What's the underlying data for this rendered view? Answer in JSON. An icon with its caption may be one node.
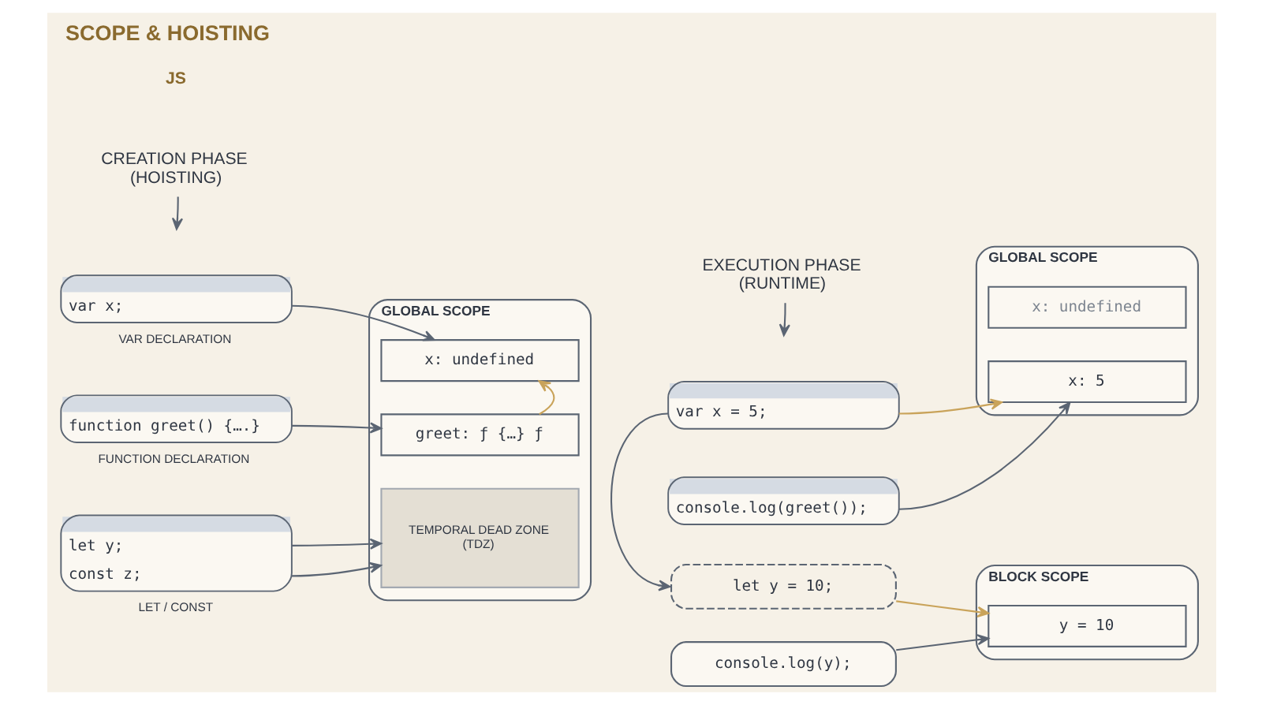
{
  "diagram": {
    "title": "SCOPE & HOISTING",
    "nodes": [
      {
        "text": [
          "CREATION PHASE (HOISTING)"
        ]
      },
      {
        "text": [
          "var x;"
        ],
        "beside": [
          "VAR DECLARATION"
        ]
      },
      {
        "text": [
          "function greet() {….}"
        ],
        "beside": [
          "FUNCTION DECLARATION"
        ]
      },
      {
        "text": [
          "let y;",
          "const z;"
        ],
        "beside": [
          "LET / CONST"
        ]
      },
      {
        "text": [
          "GLOBAL SCOPE"
        ]
      },
      {
        "text": [
          "x: undefined"
        ],
        "in": 4
      },
      {
        "text": [
          "greet: ƒ {…} ƒ"
        ],
        "in": 4
      },
      {
        "text": [
          "TEMPORAL DEAD ZONE (TDZ)"
        ],
        "in": 4
      },
      {
        "text": [
          "EXECUTION PHASE (RUNTIME)"
        ]
      },
      {
        "text": [
          "var x = 5;"
        ]
      },
      {
        "text": [
          "console.log(greet());"
        ]
      },
      {
        "text": [
          "let y = 10;"
        ]
      },
      {
        "text": [
          "console.log(y);"
        ]
      },
      {
        "text": [
          "GLOBAL SCOPE"
        ]
      },
      {
        "text": [
          "x: undefined"
        ],
        "in": 13
      },
      {
        "text": [
          "x: 5"
        ],
        "in": 13
      },
      {
        "text": [
          "BLOCK SCOPE"
        ]
      },
      {
        "text": [
          "y = 10"
        ],
        "in": 16
      }
    ],
    "edges": [
      {
        "from": 0,
        "to": null,
        "arrow": "to"
      },
      {
        "from": 1,
        "to": 5,
        "arrow": "to"
      },
      {
        "from": 2,
        "to": 6,
        "arrow": "to"
      },
      {
        "from": 6,
        "to": 5,
        "arrow": "to",
        "color": "#c9a35a"
      },
      {
        "from": 3,
        "to": 7,
        "arrow": "to"
      },
      {
        "from": 3,
        "to": 7,
        "arrow": "to"
      },
      {
        "from": 8,
        "to": null,
        "arrow": "to"
      },
      {
        "from": 9,
        "to": 15,
        "arrow": "to",
        "color": "#c9a35a"
      },
      {
        "from": 9,
        "to": 11,
        "arrow": "to"
      },
      {
        "from": 10,
        "to": 15,
        "arrow": "to"
      },
      {
        "from": 11,
        "to": 17,
        "arrow": "to",
        "color": "#c9a35a"
      },
      {
        "from": 12,
        "to": 17,
        "arrow": "to"
      }
    ],
    "labels": [
      "JS"
    ]
  }
}
